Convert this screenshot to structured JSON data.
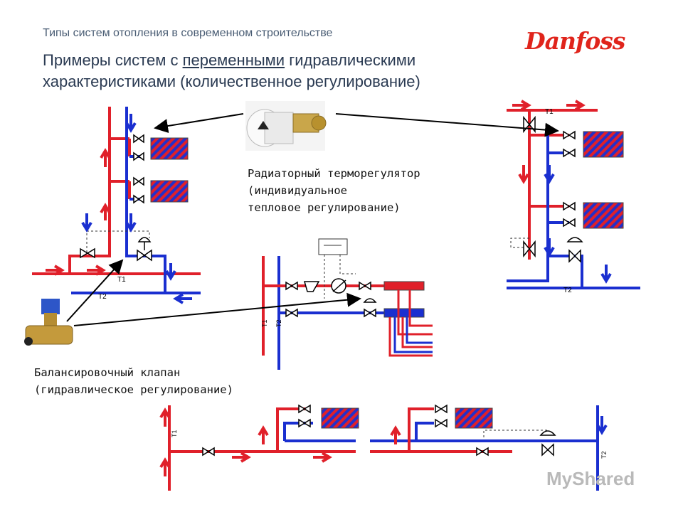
{
  "header": {
    "subtitle": "Типы систем отопления в современном строительстве",
    "title_pre": "Примеры систем с ",
    "title_underlined": "переменными",
    "title_post": " гидравлическими характеристиками (количественное регулирование)",
    "logo": "Danfoss"
  },
  "captions": {
    "thermostat": [
      "Радиаторный терморегулятор",
      "(индивидуальное",
      "тепловое регулирование)"
    ],
    "balancing": [
      "Балансировочный клапан",
      "(гидравлическое регулирование)"
    ]
  },
  "pipe_labels": {
    "t1": "T1",
    "t2": "T2"
  },
  "watermark": "MyShared",
  "colors": {
    "supply": "#e0202a",
    "return": "#1a2fd0",
    "radiator_red": "#e0202a",
    "radiator_blue": "#2430c8",
    "logo": "#e0241b"
  }
}
